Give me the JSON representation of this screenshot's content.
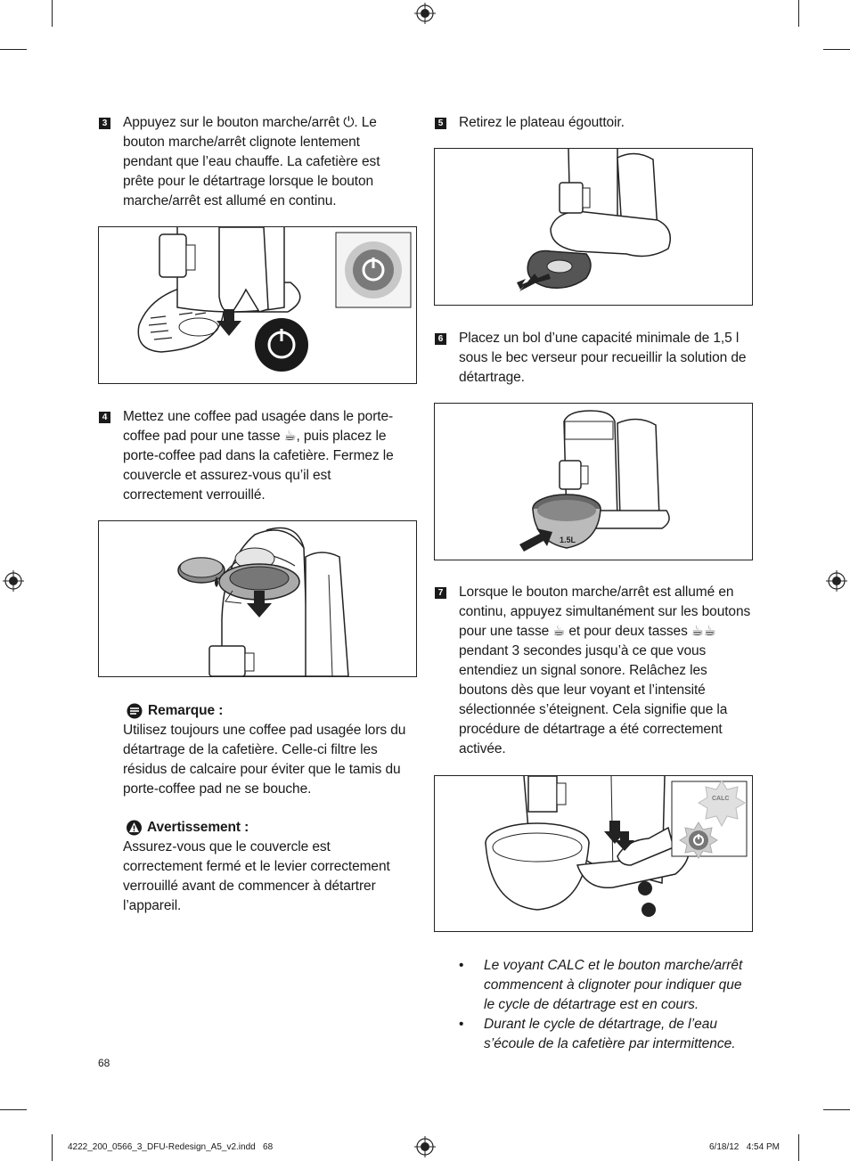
{
  "steps": [
    {
      "num": "3",
      "text": "Appuyez sur le bouton marche/arrêt ⏻. Le bouton marche/arrêt clignote lentement pendant que l’eau chauffe. La cafetière est prête pour le détartrage lorsque le bouton marche/arrêt est allumé en continu."
    },
    {
      "num": "4",
      "text": "Mettez une coffee pad usagée dans le porte-coffee pad pour une tasse ☕, puis placez le porte-coffee pad dans la cafetière. Fermez le couvercle et assurez-vous qu’il est correctement verrouillé."
    },
    {
      "num": "5",
      "text": "Retirez le plateau égouttoir."
    },
    {
      "num": "6",
      "text": "Placez un bol d’une capacité minimale de 1,5 l sous le bec verseur pour recueillir la solution de détartrage."
    },
    {
      "num": "7",
      "text": "Lorsque le bouton marche/arrêt est allumé en continu, appuyez simultanément sur les boutons pour une tasse ☕ et pour deux tasses ☕☕ pendant 3 secondes jusqu’à ce que vous entendiez un signal sonore. Relâchez les boutons dès que leur voyant et l’intensité sélectionnée s’éteignent. Cela signifie que la procédure de détartrage a été correctement activée."
    }
  ],
  "note": {
    "title": "Remarque :",
    "text": "Utilisez toujours une coffee pad usagée lors du détartrage de la cafetière. Celle-ci filtre les résidus de calcaire pour éviter que le tamis du porte-coffee pad ne se bouche."
  },
  "warning": {
    "title": "Avertissement :",
    "text": "Assurez-vous que le couvercle est correctement fermé et le levier correctement verrouillé avant de commencer à détartrer l’appareil."
  },
  "bullets": [
    "Le voyant CALC et le bouton marche/arrêt commencent à clignoter pour indiquer que le cycle de détartrage est en cours.",
    "Durant le cycle de détartrage, de l’eau s’écoule de la cafetière par intermittence."
  ],
  "figure_labels": {
    "bowl_capacity": "1.5L",
    "calc": "CALC"
  },
  "page_number": "68",
  "footer": {
    "file": "4222_200_0566_3_DFU-Redesign_A5_v2.indd   68",
    "date": "6/18/12   4:54 PM"
  }
}
